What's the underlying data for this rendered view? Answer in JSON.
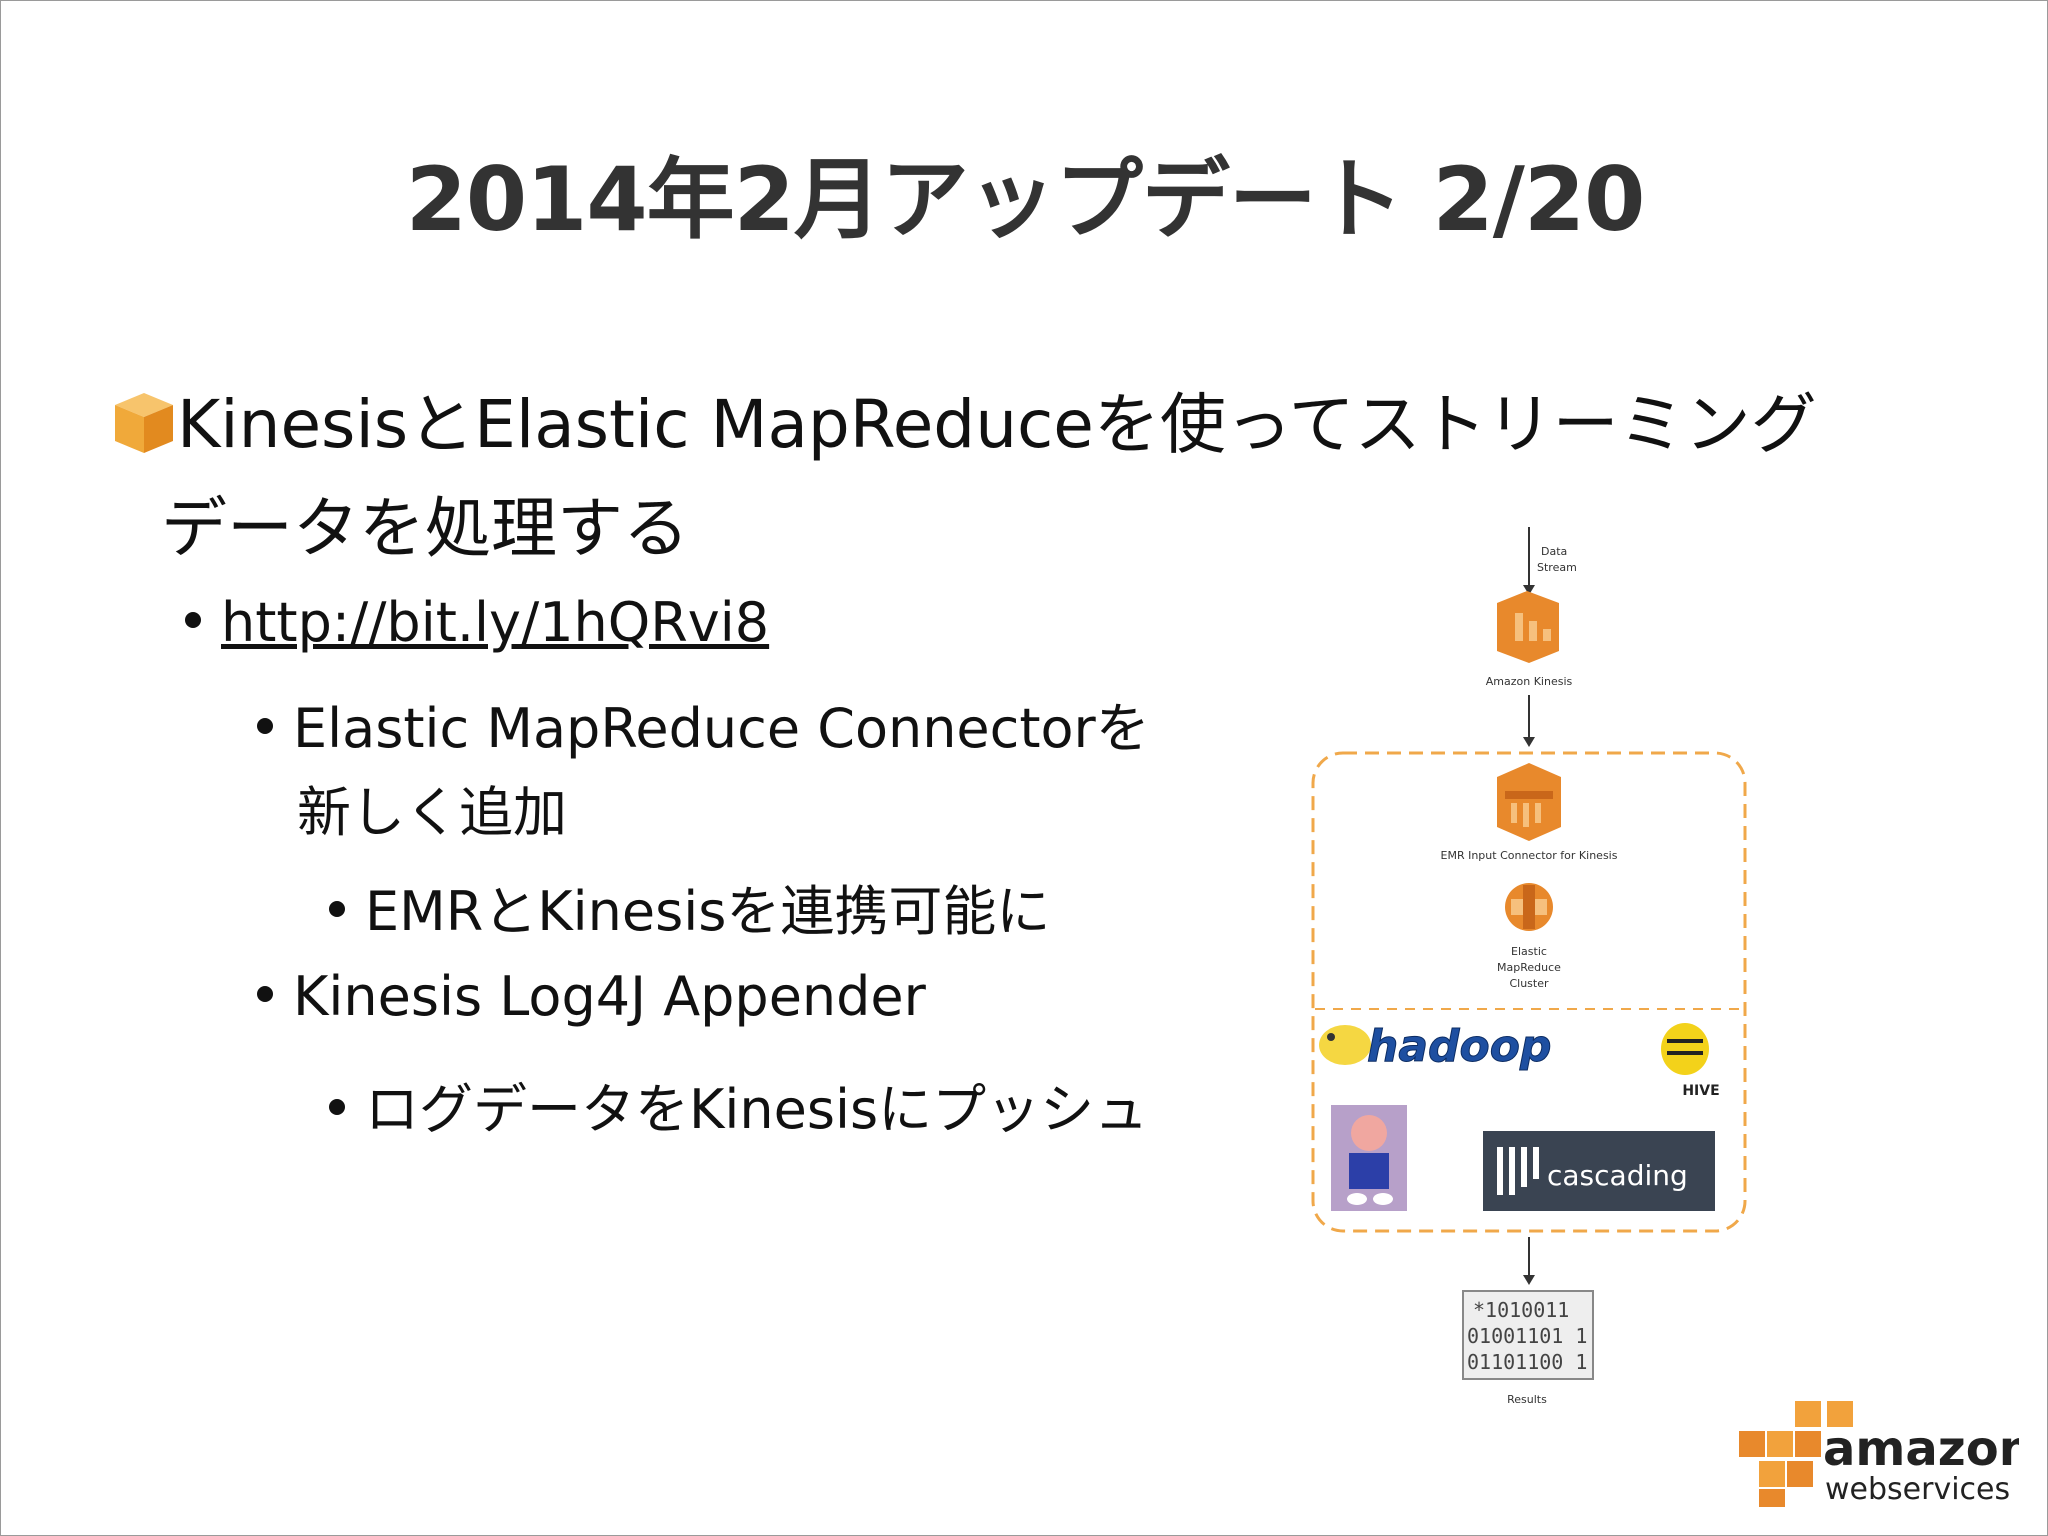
{
  "slide": {
    "title": "2014年2月アップデート 2/20",
    "bullet": {
      "line1": "KinesisとElastic MapReduceを使ってストリーミング",
      "line2": "データを処理する"
    },
    "link": "http://bit.ly/1hQRvi8",
    "items": [
      {
        "line1": "Elastic MapReduce Connectorを",
        "line2": "新しく追加"
      },
      {
        "sub": "EMRとKinesisを連携可能に"
      },
      {
        "line1": "Kinesis Log4J Appender"
      },
      {
        "sub": "ログデータをKinesisにプッシュ"
      }
    ]
  },
  "diagram": {
    "data_stream_line1": "Data",
    "data_stream_line2": "Stream",
    "kinesis_label": "Amazon Kinesis",
    "connector_label": "EMR Input Connector for Kinesis",
    "emr_line1": "Elastic",
    "emr_line2": "MapReduce",
    "emr_line3": "Cluster",
    "hadoop": "hadoop",
    "hive": "HIVE",
    "cascading": "cascading",
    "results_label": "Results",
    "binary_lines": [
      "*1010011",
      "01001101 1",
      "01101100 1"
    ]
  },
  "logo": {
    "line1": "amazon",
    "line2": "webservices"
  },
  "colors": {
    "aws_orange": "#e8892c",
    "title": "#333333",
    "text": "#111111"
  }
}
